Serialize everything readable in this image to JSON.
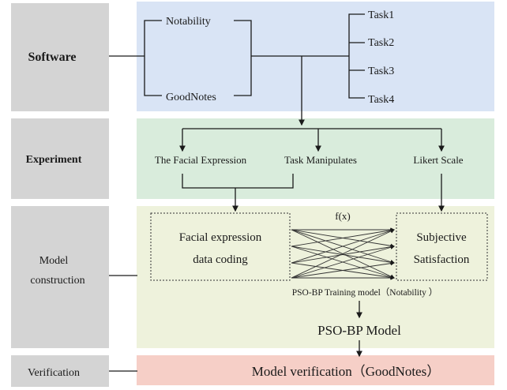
{
  "colors": {
    "label_gray": "#d4d4d4",
    "software_blue": "#d9e4f5",
    "experiment_green": "#d9ecdc",
    "model_cream": "#eef2dc",
    "verification_red": "#f6cfc7"
  },
  "rows": {
    "software": "Software",
    "experiment": "Experiment",
    "model_line1": "Model",
    "model_line2": "construction",
    "verification": "Verification"
  },
  "software": {
    "apps": [
      "Notability",
      "GoodNotes"
    ],
    "tasks": [
      "Task1",
      "Task2",
      "Task3",
      "Task4"
    ]
  },
  "experiment": {
    "facial": "The Facial Expression",
    "task": "Task Manipulates",
    "likert": "Likert Scale"
  },
  "model": {
    "input_line1": "Facial expression",
    "input_line2": "data coding",
    "output_line1": "Subjective",
    "output_line2": "Satisfaction",
    "function": "f(x)",
    "training": "PSO-BP Training model（Notability ）",
    "result": "PSO-BP Model"
  },
  "verification": {
    "text": "Model verification（GoodNotes）"
  }
}
